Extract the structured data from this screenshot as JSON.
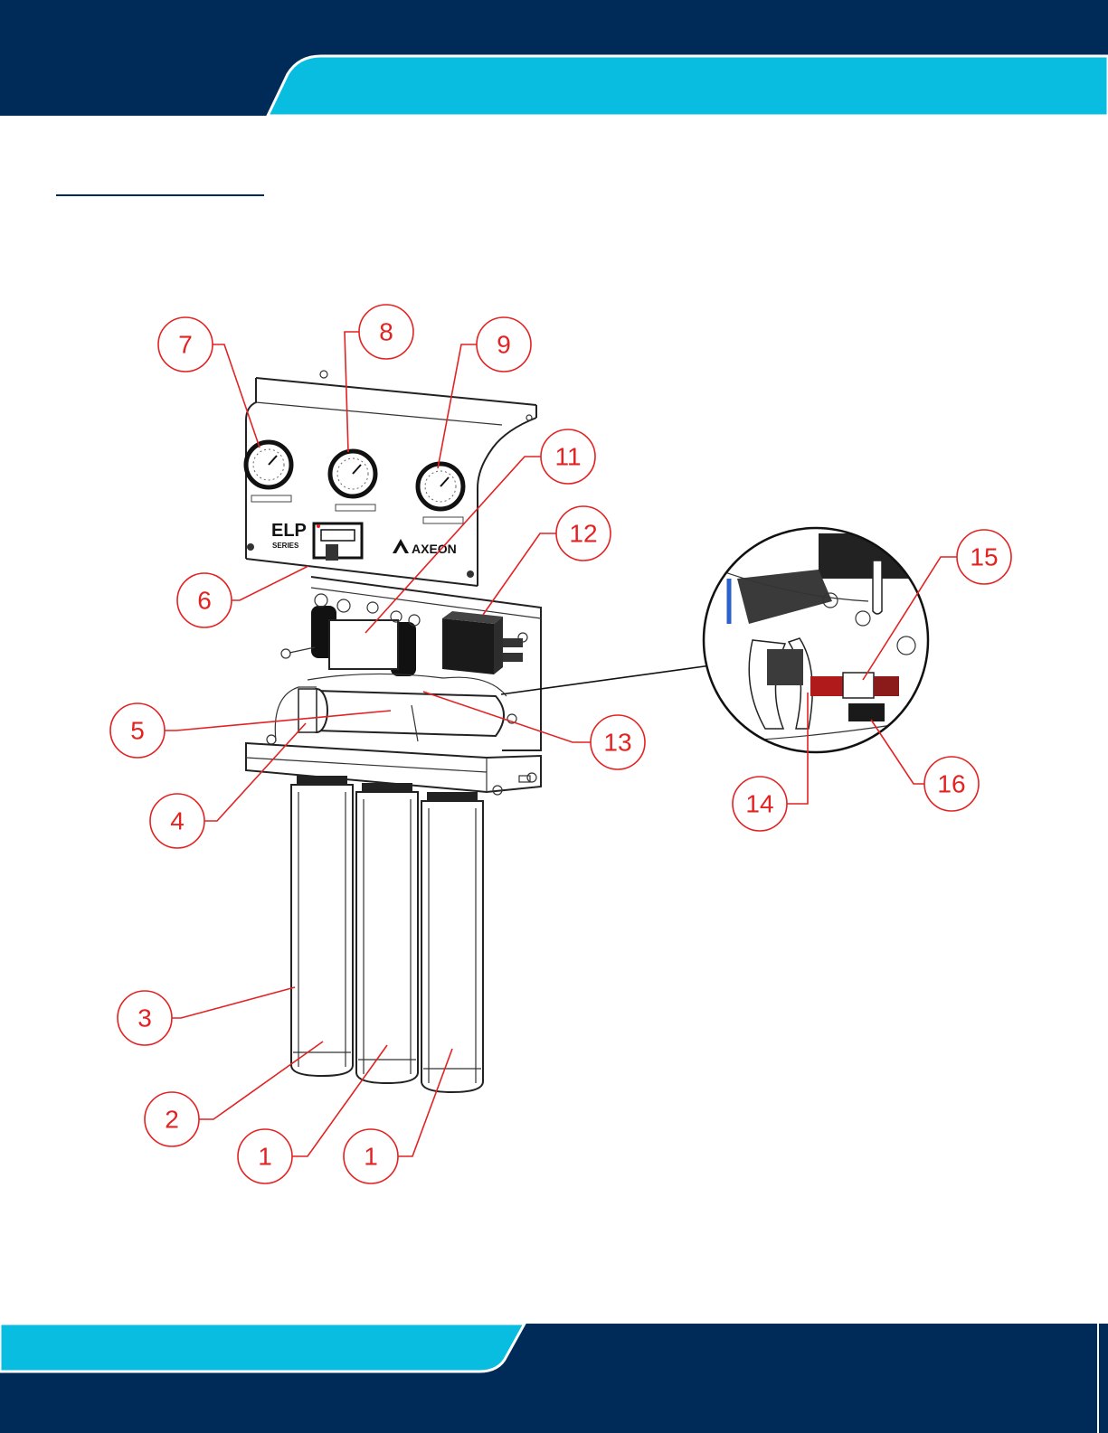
{
  "brand": {
    "logo_text": "AXEON",
    "series_name": "ELP",
    "series_sub": "SERIES",
    "colors": {
      "navy": "#002a58",
      "cyan": "#08bde0",
      "callout_red": "#e32222"
    }
  },
  "diagram": {
    "callouts": [
      {
        "id": "c1a",
        "label": "1"
      },
      {
        "id": "c1b",
        "label": "1"
      },
      {
        "id": "c2",
        "label": "2"
      },
      {
        "id": "c3",
        "label": "3"
      },
      {
        "id": "c4",
        "label": "4"
      },
      {
        "id": "c5",
        "label": "5"
      },
      {
        "id": "c6",
        "label": "6"
      },
      {
        "id": "c7",
        "label": "7"
      },
      {
        "id": "c8",
        "label": "8"
      },
      {
        "id": "c9",
        "label": "9"
      },
      {
        "id": "c11",
        "label": "11"
      },
      {
        "id": "c12",
        "label": "12"
      },
      {
        "id": "c13",
        "label": "13"
      },
      {
        "id": "c14",
        "label": "14"
      },
      {
        "id": "c15",
        "label": "15"
      },
      {
        "id": "c16",
        "label": "16"
      }
    ]
  }
}
